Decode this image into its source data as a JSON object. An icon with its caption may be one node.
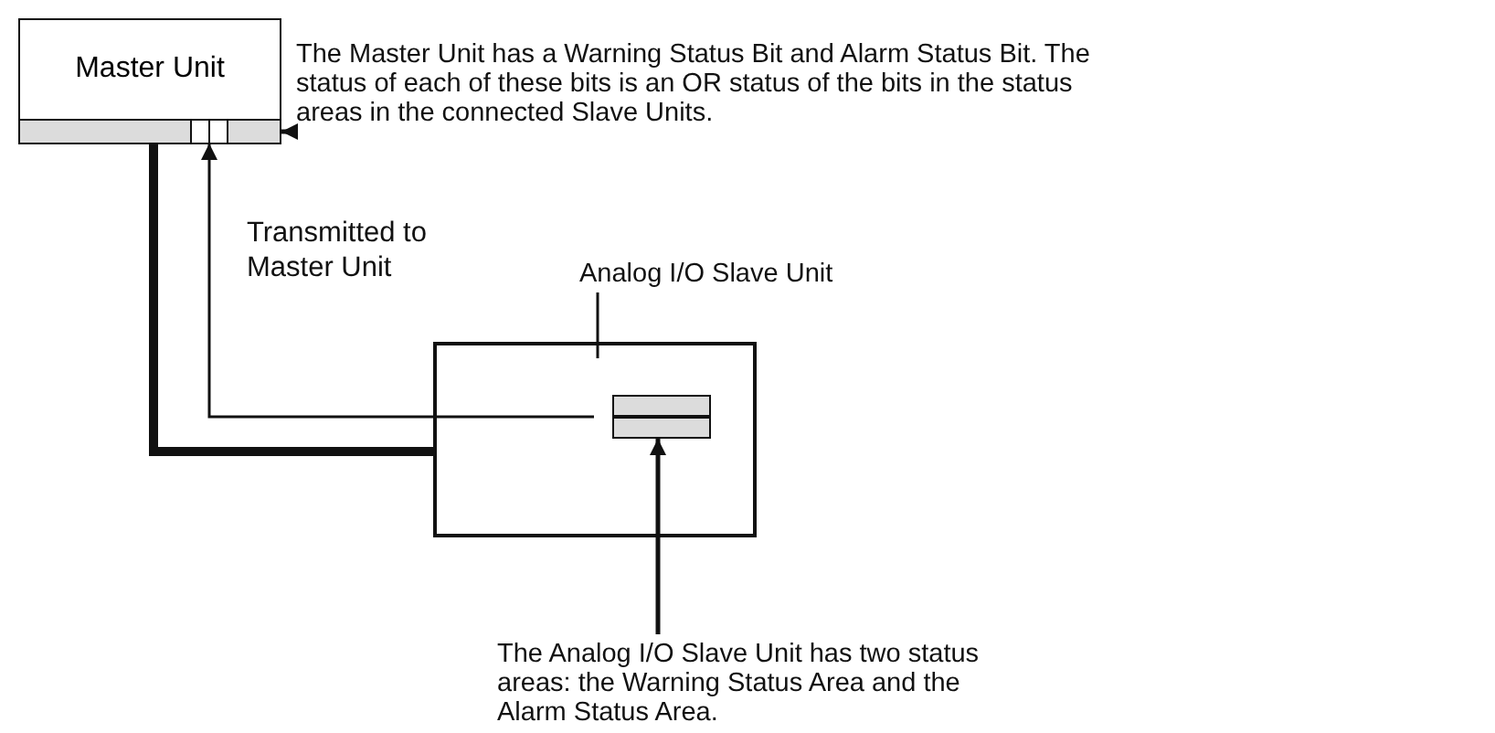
{
  "diagram": {
    "nodes": [
      {
        "text": [
          "Master Unit"
        ]
      },
      {
        "text": [],
        "shape": "bar"
      },
      {
        "text": [],
        "shape": "box",
        "in": 1
      },
      {
        "text": [
          "The Master Unit has a Warning Status Bit and Alarm Status Bit. The status of each of these bits is an OR status of the bits in the status areas in the connected Slave Units."
        ]
      },
      {
        "text": [
          "Analog I/O Slave Unit"
        ]
      },
      {
        "text": [],
        "shape": "box"
      },
      {
        "text": [],
        "shape": "box",
        "in": 5
      },
      {
        "text": [
          "The Analog I/O Slave Unit has two status areas: the Warning Status Area and the Alarm Status Area."
        ]
      }
    ],
    "edges": [
      {
        "from": 3,
        "to": 1,
        "arrow": "to"
      },
      {
        "from": 6,
        "to": 2,
        "arrow": "to",
        "label": "Transmitted to Master Unit"
      },
      {
        "from": 1,
        "to": 5,
        "arrow": "none",
        "style": "thick"
      },
      {
        "from": 4,
        "to": 5,
        "arrow": "none"
      },
      {
        "from": 7,
        "to": 6,
        "arrow": "to"
      }
    ]
  }
}
